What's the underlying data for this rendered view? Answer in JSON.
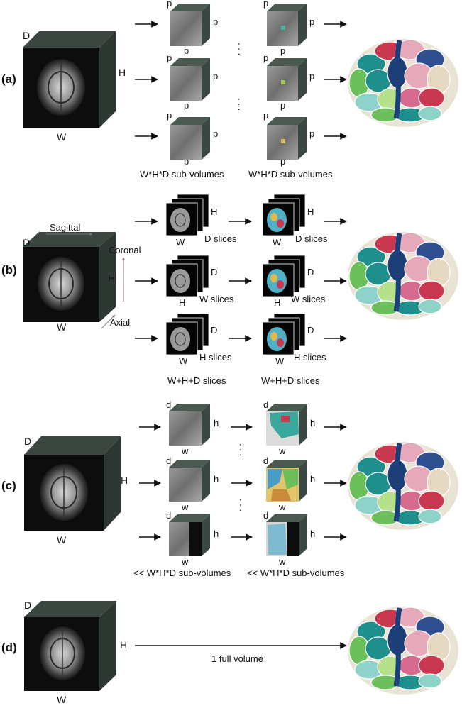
{
  "panels": [
    {
      "label": "(a)",
      "vol": {
        "d": "D",
        "h": "H",
        "w": "W"
      },
      "sub_label": "p",
      "vdots": ". . .",
      "caption1": "W*H*D sub-volumes",
      "caption2": "W*H*D sub-volumes"
    },
    {
      "label": "(b)",
      "vol": {
        "d": "D",
        "h": "H",
        "w": "W"
      },
      "axis_sagittal": "Sagittal",
      "axis_coronal": "Coronal",
      "axis_axial": "Axial",
      "rows": [
        {
          "bottom": "W",
          "side": "H",
          "slices": "D slices"
        },
        {
          "bottom": "H",
          "side": "D",
          "slices": "W slices"
        },
        {
          "bottom": "W",
          "side": "D",
          "slices": "H slices"
        }
      ],
      "caption1": "W+H+D slices",
      "caption2": "W+H+D slices"
    },
    {
      "label": "(c)",
      "vol": {
        "d": "D",
        "h": "H",
        "w": "W"
      },
      "sub": {
        "d": "d",
        "h": "h",
        "w": "w"
      },
      "vdots": ". . .",
      "caption1": "<< W*H*D sub-volumes",
      "caption2": "<< W*H*D sub-volumes"
    },
    {
      "label": "(d)",
      "vol": {
        "d": "D",
        "h": "H",
        "w": "W"
      },
      "arrow_label": "1 full volume"
    }
  ],
  "colors": {
    "cube_front": "#0d0d0d",
    "cube_top": "#3b4640",
    "cube_side": "#2e3832",
    "sub_face": "#7c7f7c",
    "sub_top": "#4a5a51",
    "sub_side": "#3a4841",
    "brain_colors": [
      "#1e8f8a",
      "#c9384f",
      "#e6a9b9",
      "#2f4f8f",
      "#6cbf5a",
      "#e5d9c2",
      "#8ed2c9",
      "#b7e08a",
      "#1c3f7a",
      "#d66b8f"
    ]
  }
}
